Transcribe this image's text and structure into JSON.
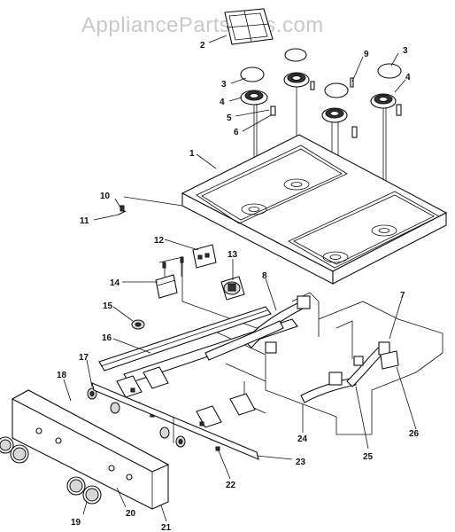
{
  "watermark": "AppliancePartsPros.com",
  "callouts": [
    "1",
    "2",
    "3",
    "3",
    "4",
    "4",
    "5",
    "6",
    "7",
    "8",
    "9",
    "10",
    "11",
    "12",
    "13",
    "14",
    "15",
    "16",
    "17",
    "18",
    "19",
    "20",
    "21",
    "22",
    "23",
    "24",
    "25",
    "26"
  ]
}
